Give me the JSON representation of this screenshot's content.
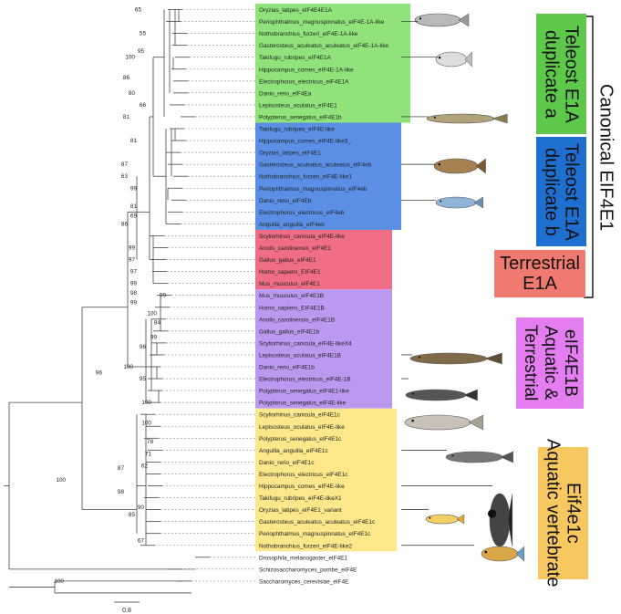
{
  "colors": {
    "teleost_a": "#90e27a",
    "teleost_b": "#5b8fe6",
    "terrestrial": "#ef6d85",
    "eif4e1b": "#bb99f0",
    "eif4e1c": "#fce88a",
    "label_a": "#5dc84a",
    "label_b": "#1f6fd0",
    "label_terrestrial": "#f07a70",
    "label_1b": "#e47ef0",
    "label_1c": "#f8c860"
  },
  "taxa": [
    {
      "name": "Oryzias_latipes_eIF4E4E1A",
      "group": "a"
    },
    {
      "name": "Periophthalmus_magnuspinnatus_eIF4E-1A-like",
      "group": "a"
    },
    {
      "name": "Nothobranchius_furzeri_eIF4E-1A-like",
      "group": "a"
    },
    {
      "name": "Gasterosteus_aculeatus_aculeatus_eIF4E-1A-like",
      "group": "a"
    },
    {
      "name": "Takifugu_rubripes_eIF4E1A",
      "group": "a"
    },
    {
      "name": "Hippocampus_comes_eIF4E-1A-like",
      "group": "a"
    },
    {
      "name": "Electrophorus_electricus_eIF4E1A",
      "group": "a"
    },
    {
      "name": "Danio_rerio_eIF4Ea",
      "group": "a"
    },
    {
      "name": "Lepisosteus_oculatus_eIF4E1",
      "group": "a"
    },
    {
      "name": "Polypterus_senegalus_eIF4E1b",
      "group": "a"
    },
    {
      "name": "Takifugu_rubripes_eIF4E-like",
      "group": "b"
    },
    {
      "name": "Hippocampus_comes_eIF4E-like3_",
      "group": "b"
    },
    {
      "name": "Oryzias_latipes_eIF4E1",
      "group": "b"
    },
    {
      "name": "Gasterosteus_aculeatus_aculeatus_eIF4eb",
      "group": "b"
    },
    {
      "name": "Nothobranchius_furzeri_eIF4E-like1",
      "group": "b"
    },
    {
      "name": "Periophthalmus_magnuspinnatus_eIF4eb",
      "group": "b"
    },
    {
      "name": "Danio_rerio_eIF4Eb",
      "group": "b"
    },
    {
      "name": "Electrophorus_electricus_eIF4eb",
      "group": "b"
    },
    {
      "name": "Anguilla_anguilla_eIF4eb",
      "group": "b"
    },
    {
      "name": "Scyliorhinus_canicula_eIF4E-like",
      "group": "t"
    },
    {
      "name": "Anolis_carolinensis_eIF4E1",
      "group": "t"
    },
    {
      "name": "Gallus_gallus_eIF4E1",
      "group": "t"
    },
    {
      "name": "Homo_sapiens_EIF4E1",
      "group": "t"
    },
    {
      "name": "Mus_musculus_eIF4E1",
      "group": "t"
    },
    {
      "name": "Mus_musculus_eIF4E1B",
      "group": "1b"
    },
    {
      "name": "Homo_sapiens_EIF4E1B",
      "group": "1b"
    },
    {
      "name": "Anolis_carolinensis_eIF4E1B",
      "group": "1b"
    },
    {
      "name": "Gallus_gallus_eIF4E1b",
      "group": "1b"
    },
    {
      "name": "Scyliorhinus_canicula_eIF4E-likeX4",
      "group": "1b"
    },
    {
      "name": "Lepisosteus_oculatus_eIF4E1B",
      "group": "1b"
    },
    {
      "name": "Danio_rerio_eIF4E1b",
      "group": "1b"
    },
    {
      "name": "Electrophorus_electricus_eIF4E-1B",
      "group": "1b"
    },
    {
      "name": "Polypterus_senegalus_eIF4E1-like",
      "group": "1b"
    },
    {
      "name": "Polypterus_senegalus_eIF4E-like",
      "group": "1b"
    },
    {
      "name": "Scyliorhinus_canicula_eIF4E1c",
      "group": "1c"
    },
    {
      "name": "Lepisosteus_oculatus_eIF4E-like",
      "group": "1c"
    },
    {
      "name": "Polypterus_senegalus_eIF4E1c",
      "group": "1c"
    },
    {
      "name": "Anguilla_anguilla_eIF4E1c",
      "group": "1c"
    },
    {
      "name": "Danio_rerio_eIF4E1c",
      "group": "1c"
    },
    {
      "name": "Electrophorus_electricus_eIF4E1c",
      "group": "1c"
    },
    {
      "name": "Hippocampus_comes_eIF4E-like",
      "group": "1c"
    },
    {
      "name": "Takifugu_rubripes_eIF4E-likeX1",
      "group": "1c"
    },
    {
      "name": "Oryzias_latipes_eIF4E1_variant",
      "group": "1c"
    },
    {
      "name": "Gasterosteus_aculeatus_aculeatus_eIF4E1c",
      "group": "1c"
    },
    {
      "name": "Periophthalmus_magnuspinnatus_eIF4E1c",
      "group": "1c"
    },
    {
      "name": "Nothobranchius_furzeri_eIF4E-like2",
      "group": "1c"
    },
    {
      "name": "Drosophila_melanogaster_eIF4E1",
      "group": "out"
    },
    {
      "name": "Schizosaccharomyces_pombe_eIF4E",
      "group": "out"
    },
    {
      "name": "Saccharomyces_cerevisiae_eIF4E",
      "group": "out"
    }
  ],
  "support_values": [
    "65",
    "55",
    "95",
    "100",
    "86",
    "80",
    "66",
    "81",
    "81",
    "87",
    "63",
    "99",
    "81",
    "69",
    "86",
    "99",
    "97",
    "97",
    "99",
    "98",
    "99",
    "99",
    "100",
    "84",
    "99",
    "96",
    "100",
    "95",
    "100",
    "100",
    "96",
    "78",
    "71",
    "62",
    "87",
    "98",
    "90",
    "85",
    "67",
    "100",
    "100"
  ],
  "labels": {
    "teleost_a": "Teleost E1A\nduplicate a",
    "teleost_b": "Teleost E1A\nduplicate b",
    "terrestrial": "Terrestrial\nE1A",
    "eif4e1b": "eIF4E1B\nAquatic &\nTerrestrial",
    "eif4e1c": "Eif4e1c\nAquatic vertebrate",
    "canonical": "Canonical EIF4E1"
  },
  "scale_bar": "0.8",
  "fish_icons": [
    "mudskipper-icon",
    "pufferfish-icon",
    "bichir-icon",
    "stickleback-icon",
    "zebrafish-icon",
    "gar-icon",
    "electric-eel-icon",
    "catshark-icon",
    "eel-icon",
    "seahorse-icon",
    "medaka-icon",
    "killifish-icon"
  ]
}
